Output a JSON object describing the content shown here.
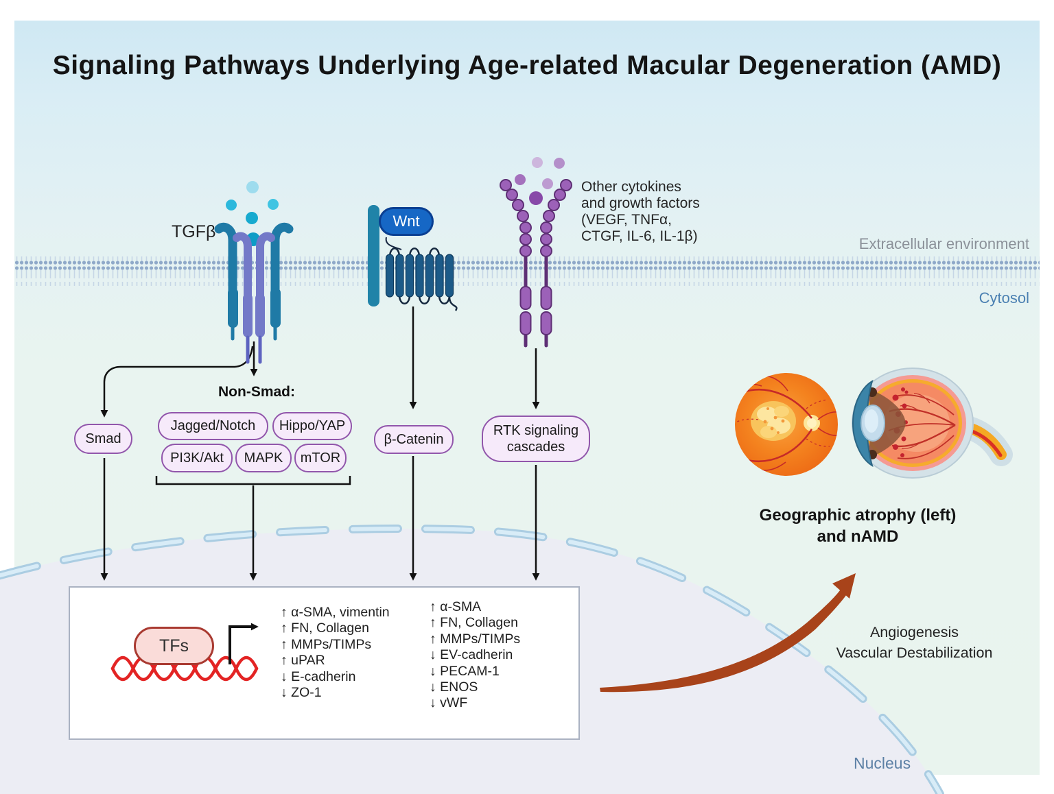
{
  "title": "Signaling Pathways Underlying Age-related Macular Degeneration (AMD)",
  "environment": {
    "extracellular": "Extracellular environment",
    "cytosol": "Cytosol",
    "nucleus": "Nucleus"
  },
  "ligands": {
    "tgfb": "TGFβ",
    "wnt": "Wnt",
    "cytokines_lines": [
      "Other cytokines",
      "and growth factors",
      "(VEGF, TNFα,",
      "CTGF, IL-6, IL-1β)"
    ]
  },
  "pathways": {
    "smad": "Smad",
    "non_smad_heading": "Non-Smad:",
    "non_smad_items": [
      "Jagged/Notch",
      "Hippo/YAP",
      "PI3K/Akt",
      "MAPK",
      "mTOR"
    ],
    "beta_catenin": "β-Catenin",
    "rtk_lines": [
      "RTK signaling",
      "cascades"
    ]
  },
  "nucleus_box": {
    "tfs": "TFs",
    "emt_genes": [
      "↑ α-SMA, vimentin",
      "↑ FN, Collagen",
      "↑ MMPs/TIMPs",
      "↑ uPAR",
      "↓ E-cadherin",
      "↓ ZO-1"
    ],
    "endmt_genes": [
      "↑ α-SMA",
      "↑ FN, Collagen",
      "↑ MMPs/TIMPs",
      "↓ EV-cadherin",
      "↓ PECAM-1",
      "↓ ENOS",
      "↓ vWF"
    ]
  },
  "outcomes": {
    "eye_caption_lines": [
      "Geographic atrophy (left)",
      "and nAMD"
    ],
    "process_lines": [
      "Angiogenesis",
      "Vascular Destabilization"
    ]
  },
  "colors": {
    "pathway_pill_fill": "#f6eafa",
    "pathway_pill_border": "#9156ab",
    "tf_pill_fill": "#fadcd9",
    "tf_pill_border": "#a93a31",
    "wnt_pill": "#1667c5",
    "membrane_dot": "#8fa9c9",
    "nucleus_fill": "#ecedf4",
    "nucleus_dash": "#abcde2",
    "outcome_arrow": "#a8431a",
    "dna": "#e32424"
  }
}
